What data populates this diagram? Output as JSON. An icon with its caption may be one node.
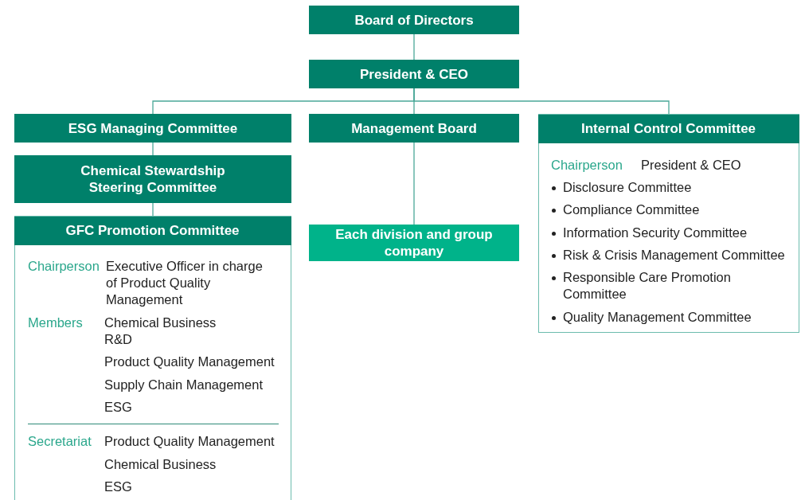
{
  "diagram": {
    "nodes": [
      {
        "text": [
          "Board of Directors"
        ]
      },
      {
        "text": [
          "President & CEO"
        ]
      },
      {
        "text": [
          "ESG Managing Committee"
        ]
      },
      {
        "text": [
          "Management Board"
        ]
      },
      {
        "text": [
          "Internal Control Committee",
          "Chairperson",
          "President & CEO",
          "Disclosure Committee",
          "Compliance Committee",
          "Information Security Committee",
          "Risk & Crisis Management Committee",
          "Responsible Care Promotion Committee",
          "Quality Management Committee"
        ]
      },
      {
        "text": [
          "Chemical Stewardship Steering Committee"
        ]
      },
      {
        "text": [
          "GFC Promotion Committee",
          "Chairperson",
          "Executive Officer in charge of Product Quality Management",
          "Members",
          "Chemical Business",
          "R&D",
          "Product Quality Management",
          "Supply Chain Management",
          "ESG",
          "Secretariat",
          "Product Quality Management",
          "Chemical Business",
          "ESG"
        ]
      },
      {
        "text": [
          "Each division and group company"
        ]
      }
    ],
    "edges": [
      {
        "from": 0,
        "to": 1,
        "arrow": "none"
      },
      {
        "from": 1,
        "to": 2,
        "arrow": "none"
      },
      {
        "from": 1,
        "to": 3,
        "arrow": "none"
      },
      {
        "from": 1,
        "to": 4,
        "arrow": "none"
      },
      {
        "from": 2,
        "to": 5,
        "arrow": "none"
      },
      {
        "from": 5,
        "to": 6,
        "arrow": "none"
      },
      {
        "from": 3,
        "to": 7,
        "arrow": "none"
      }
    ]
  }
}
